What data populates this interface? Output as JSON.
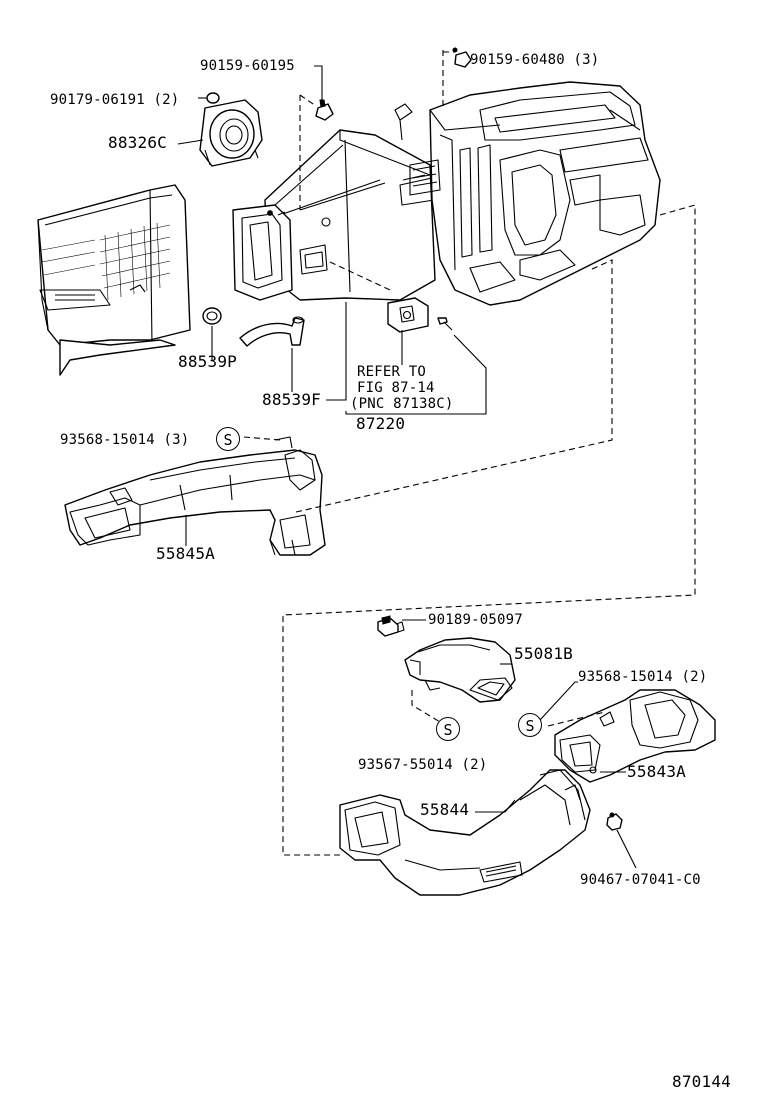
{
  "diagram_id": "870144",
  "callouts": {
    "screw_90159_60195": "90159-60195",
    "nut_90159_60480": "90159-60480 (3)",
    "clip_90179_06191": "90179-06191 (2)",
    "motor_88326C": "88326C",
    "grommet_88539P": "88539P",
    "hose_88539F": "88539F",
    "refer_line1": "REFER TO",
    "refer_line2": "FIG 87-14",
    "refer_line3": "(PNC 87138C)",
    "unit_87220": "87220",
    "clip_93568_15014_3": "93568-15014 (3)",
    "duct_55845A": "55845A",
    "clip_90189_05097": "90189-05097",
    "duct_55081B": "55081B",
    "clip_93568_15014_2": "93568-15014 (2)",
    "clip_93567_55014_2": "93567-55014 (2)",
    "duct_55843A": "55843A",
    "duct_55844": "55844",
    "clip_90467_07041": "90467-07041-C0"
  },
  "badges": {
    "s_symbol": "S"
  }
}
